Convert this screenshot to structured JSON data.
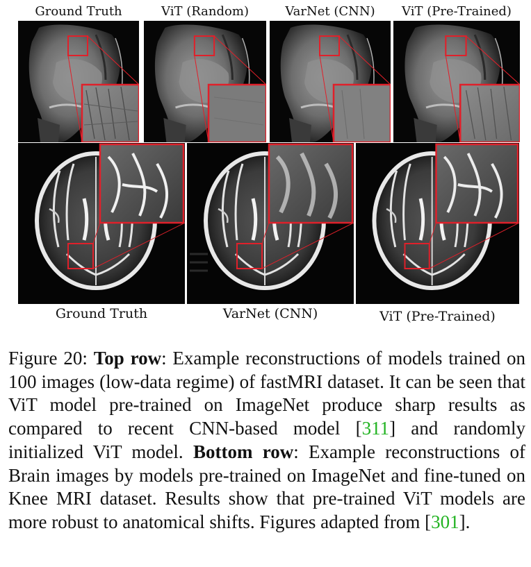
{
  "top_row": {
    "labels": [
      "Ground Truth",
      "ViT (Random)",
      "VarNet (CNN)",
      "ViT (Pre-Trained)"
    ]
  },
  "bottom_row": {
    "labels": [
      "Ground Truth",
      "VarNet (CNN)",
      "ViT (Pre-Trained)"
    ]
  },
  "caption": {
    "figure_label": "Figure 20:",
    "top_row_label": "Top row",
    "text_1": ": Example reconstructions of models trained on 100 images (low-data regime) of fastMRI dataset. It can be seen that ViT model pre-trained on ImageNet produce sharp results as compared to recent CNN-based model [",
    "cite_1": "311",
    "text_2": "] and randomly initialized ViT model. ",
    "bottom_row_label": "Bottom row",
    "text_3": ": Example reconstructions of Brain images by models pre-trained on ImageNet and fine-tuned on Knee MRI dataset. Results show that pre-trained ViT models are more robust to anatomical shifts. Figures adapted from [",
    "cite_2": "301",
    "text_4": "]."
  },
  "colors": {
    "highlight_box": "#e0202a",
    "citation": "#22b322"
  }
}
